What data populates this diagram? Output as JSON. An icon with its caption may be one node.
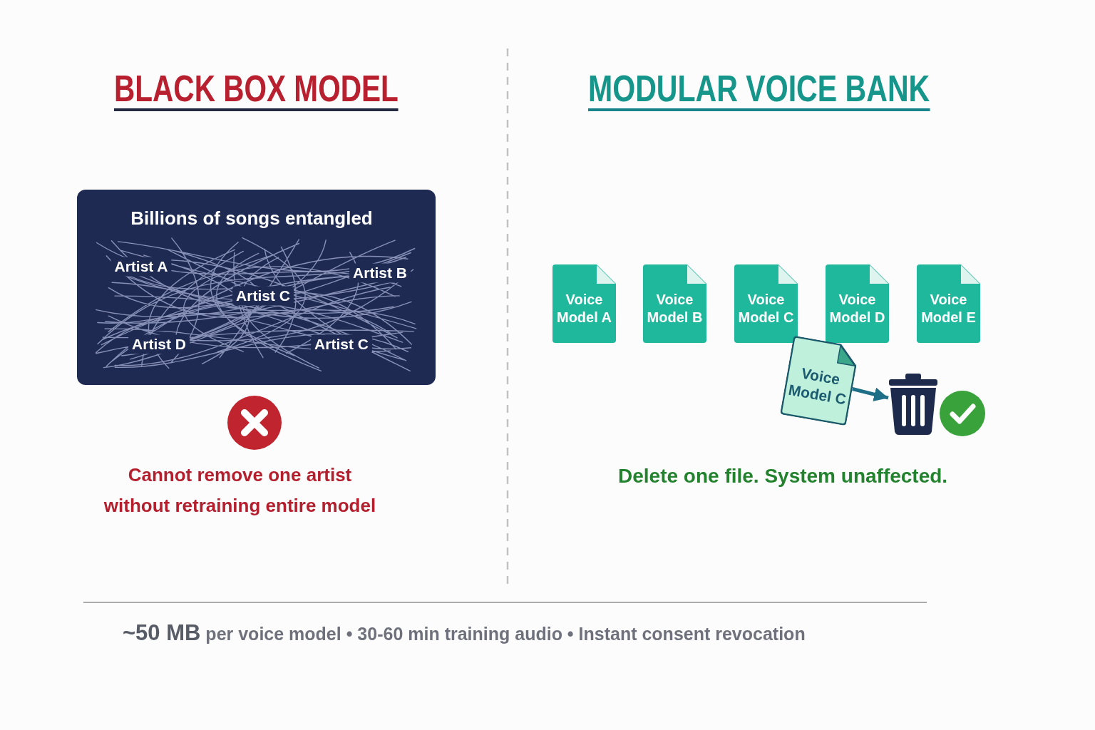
{
  "diagram": {
    "nodes": [
      {
        "text": [
          "Billions of songs entangled",
          "Artist A",
          "Artist B",
          "Artist C",
          "Artist D",
          "Artist C"
        ]
      },
      {
        "text": [
          "Voice Model A"
        ]
      },
      {
        "text": [
          "Voice Model B"
        ]
      },
      {
        "text": [
          "Voice Model C"
        ]
      },
      {
        "text": [
          "Voice Model D"
        ]
      },
      {
        "text": [
          "Voice Model E"
        ]
      },
      {
        "text": [
          "Voice Model C"
        ]
      },
      {
        "text": [],
        "shape": "picture"
      }
    ],
    "edges": [
      {
        "from": 6,
        "to": 7,
        "arrow": "to"
      }
    ],
    "labels": [
      "BLACK BOX MODEL",
      "MODULAR VOICE BANK",
      "Cannot remove one artist without retraining entire model",
      "Delete one file. System unaffected.",
      "**~50 MB** per voice model • 30-60 min training audio • Instant consent revocation"
    ]
  }
}
